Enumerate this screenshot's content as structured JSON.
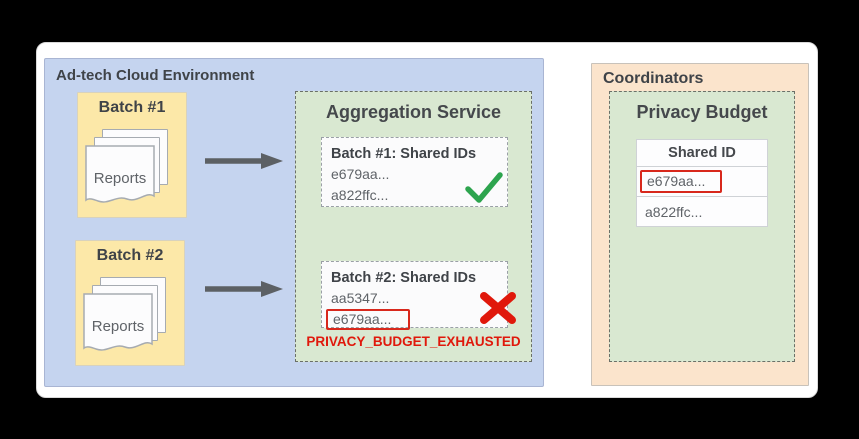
{
  "page": {
    "background": "#000000",
    "card_bg": "#ffffff"
  },
  "colors": {
    "adtech_bg": "#c5d4ef",
    "batch_bg": "#fce8a8",
    "service_bg": "#d9e8d1",
    "coordinators_bg": "#fbe4cc",
    "error_red": "#e0180b",
    "success_green": "#2da44e",
    "arrow_gray": "#5c6064"
  },
  "adtech": {
    "title": "Ad-tech Cloud Environment",
    "batches": [
      {
        "label": "Batch #1",
        "doc_label": "Reports"
      },
      {
        "label": "Batch #2",
        "doc_label": "Reports"
      }
    ],
    "aggregation": {
      "title": "Aggregation Service",
      "results": [
        {
          "title": "Batch #1: Shared IDs",
          "ids": [
            "e679aa...",
            "a822ffc..."
          ],
          "status": "success"
        },
        {
          "title": "Batch #2: Shared IDs",
          "ids": [
            "aa5347...",
            "e679aa..."
          ],
          "status": "failure",
          "highlighted_id": "e679aa..."
        }
      ],
      "error_label": "PRIVACY_BUDGET_EXHAUSTED"
    }
  },
  "coordinators": {
    "title": "Coordinators",
    "privacy_budget": {
      "title": "Privacy Budget",
      "table": {
        "header": "Shared ID",
        "rows": [
          {
            "id": "e679aa...",
            "highlighted": true
          },
          {
            "id": "a822ffc...",
            "highlighted": false
          }
        ]
      }
    }
  }
}
